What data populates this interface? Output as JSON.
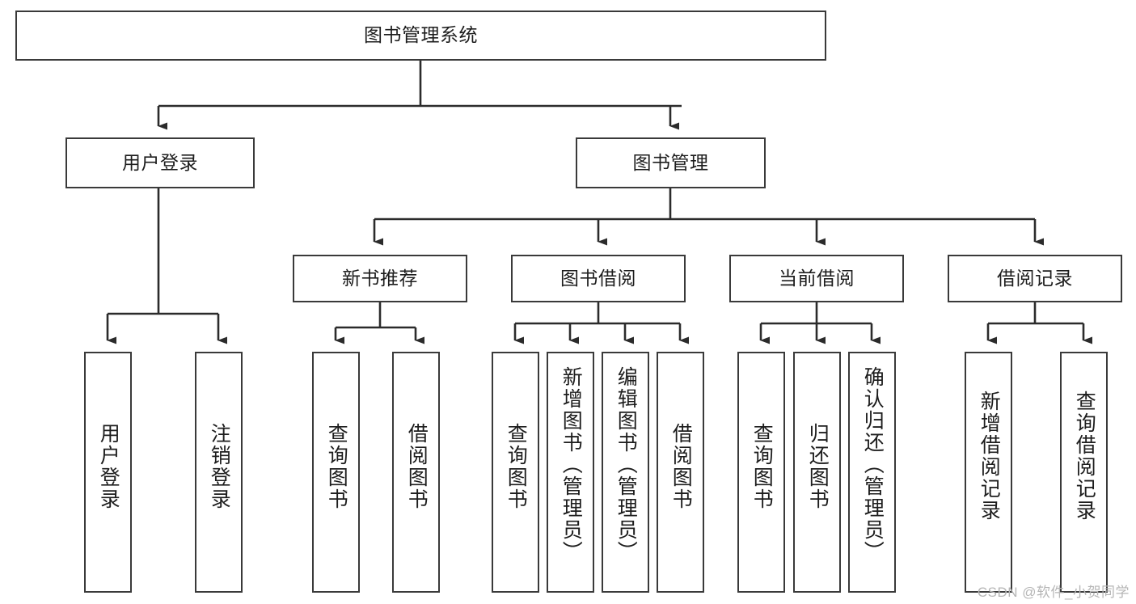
{
  "diagram": {
    "title": "图书管理系统",
    "type": "tree-hierarchy-chart",
    "watermark": "CSDN @软件_小贺同学",
    "colors": {
      "box_border": "#3a3a3a",
      "box_fill": "#ffffff",
      "edge": "#2b2b2b",
      "text": "#1d1d1d",
      "watermark": "#b6b6b6",
      "background": "#ffffff"
    },
    "levels": {
      "root": {
        "label": "图书管理系统"
      },
      "level2": [
        {
          "id": "user-login",
          "label": "用户登录"
        },
        {
          "id": "book-manage",
          "label": "图书管理"
        }
      ],
      "level3": [
        {
          "id": "new-book-rec",
          "label": "新书推荐"
        },
        {
          "id": "book-borrow",
          "label": "图书借阅"
        },
        {
          "id": "current-borrow",
          "label": "当前借阅"
        },
        {
          "id": "borrow-record",
          "label": "借阅记录"
        }
      ],
      "leaves": {
        "user_login": [
          {
            "id": "leaf-user-login",
            "label": "用户登录"
          },
          {
            "id": "leaf-logout-login",
            "label": "注销登录"
          }
        ],
        "new_book_rec": [
          {
            "id": "leaf-query-book-1",
            "label": "查询图书"
          },
          {
            "id": "leaf-borrow-book-1",
            "label": "借阅图书"
          }
        ],
        "book_borrow": [
          {
            "id": "leaf-query-book-2",
            "label": "查询图书"
          },
          {
            "id": "leaf-add-book",
            "label": "新增图书（管理员）"
          },
          {
            "id": "leaf-edit-book",
            "label": "编辑图书（管理员）"
          },
          {
            "id": "leaf-borrow-book-2",
            "label": "借阅图书"
          }
        ],
        "current_borrow": [
          {
            "id": "leaf-query-book-3",
            "label": "查询图书"
          },
          {
            "id": "leaf-return-book",
            "label": "归还图书"
          },
          {
            "id": "leaf-confirm-return",
            "label": "确认归还（管理员）"
          }
        ],
        "borrow_record": [
          {
            "id": "leaf-add-record",
            "label": "新增借阅记录"
          },
          {
            "id": "leaf-query-record",
            "label": "查询借阅记录"
          }
        ]
      }
    }
  }
}
